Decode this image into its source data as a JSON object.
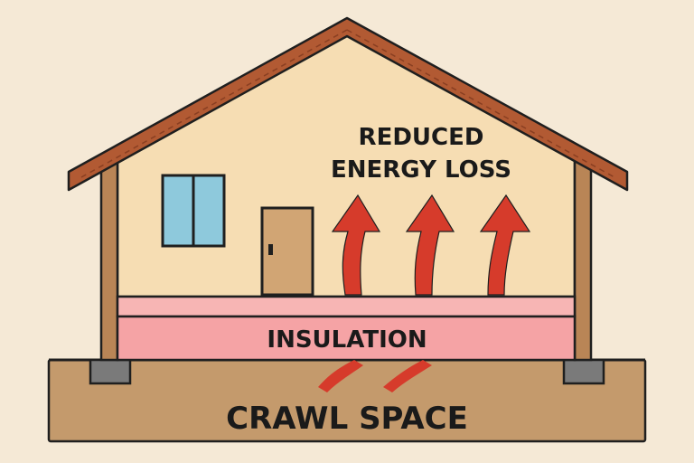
{
  "labels": {
    "top_line1": "REDUCED",
    "top_line2": "ENERGY LOSS",
    "insulation": "INSULATION",
    "crawl": "CRAWL SPACE"
  },
  "colors": {
    "background": "#f5e9d6",
    "wall": "#f6ddb3",
    "roof": "#b25a33",
    "outline": "#1f1f1f",
    "window": "#8ec9dc",
    "door": "#d1a574",
    "insulation": "#f5a3a5",
    "insulation_top": "#f7b5b4",
    "soil": "#c49a6c",
    "pier": "#7a7a7a",
    "arrow": "#d63b2b",
    "post": "#b98556"
  },
  "icons": {
    "arrows": [
      "arrow-up-icon",
      "arrow-up-icon",
      "arrow-up-icon"
    ]
  }
}
